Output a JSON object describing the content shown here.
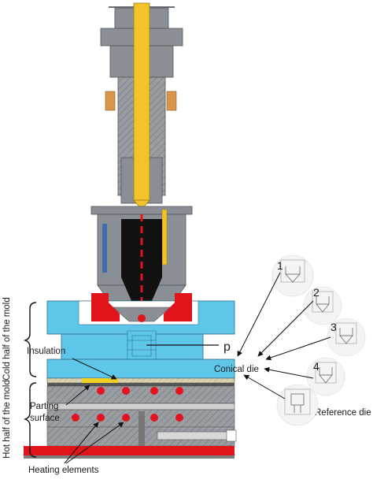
{
  "labels": {
    "cold_half": "Cold half of the mold",
    "hot_half": "Hot half of the mold",
    "insulation": "Insulation",
    "parting_surface_1": "Parting",
    "parting_surface_2": "surface",
    "heating_elements": "Heating elements",
    "p": "p",
    "conical_die": "Conical die",
    "reference_die": "Reference die"
  },
  "die_numbers": [
    "1",
    "2",
    "3",
    "4"
  ],
  "colors": {
    "mold_blue": "#5ec6e8",
    "steel_gray": "#8a8f96",
    "hatch_gray": "#9a9ea3",
    "nozzle_black": "#111111",
    "screw_yellow": "#f2c32a",
    "heater_red": "#e1141b",
    "base_red": "#e1141b",
    "orange_band": "#d9964a",
    "melt_path_red": "#e1141b"
  }
}
